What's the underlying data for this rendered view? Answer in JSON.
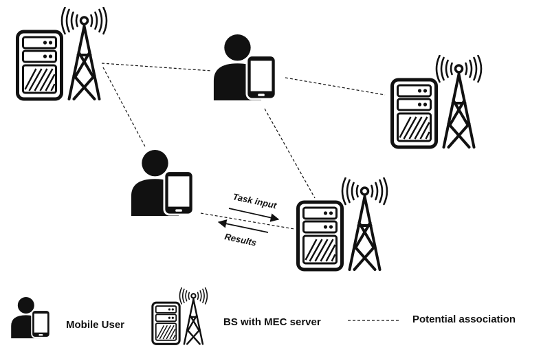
{
  "diagram": {
    "annotations": {
      "task_input": "Task input",
      "results": "Results"
    },
    "legend": {
      "mobile_user": "Mobile User",
      "bs_with_mec": "BS with MEC server",
      "potential_association": "Potential association"
    },
    "icons": {
      "base_station": "bs-mec-server-icon",
      "user": "mobile-user-icon"
    },
    "colors": {
      "ink": "#111111",
      "background": "#ffffff"
    }
  }
}
